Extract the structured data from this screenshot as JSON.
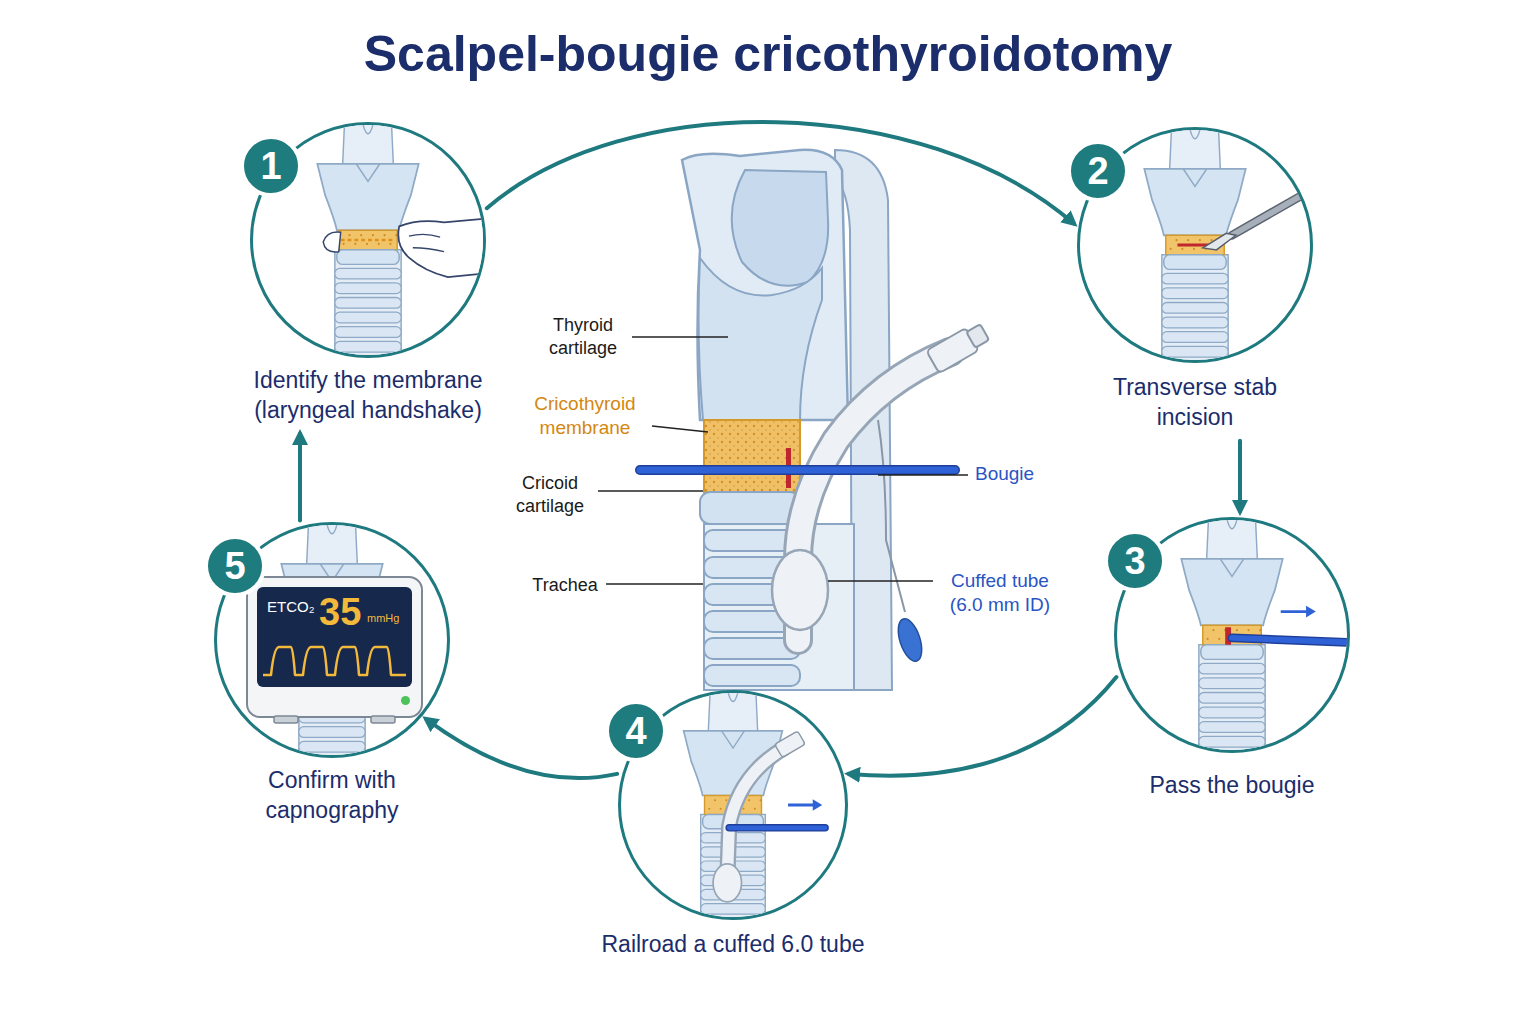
{
  "diagram": {
    "title": "Scalpel-bougie cricothyroidotomy",
    "nodes": [
      {
        "text": [
          "1",
          "Identify the membrane (laryngeal handshake)"
        ]
      },
      {
        "text": [
          "2",
          "Transverse stab incision"
        ]
      },
      {
        "text": [
          "3",
          "Pass the bougie"
        ]
      },
      {
        "text": [
          "4",
          "Railroad a cuffed 6.0 tube"
        ]
      },
      {
        "text": [
          "5",
          "Confirm with capnography"
        ]
      },
      {
        "text": [
          "ETCO₂",
          "35",
          "mmHg"
        ],
        "in": 4
      }
    ],
    "edges": [
      {
        "from": 0,
        "to": 1,
        "arrow": "to"
      },
      {
        "from": 1,
        "to": 2,
        "arrow": "to"
      },
      {
        "from": 2,
        "to": 3,
        "arrow": "to"
      },
      {
        "from": 3,
        "to": 4,
        "arrow": "to"
      },
      {
        "from": 4,
        "to": 0,
        "arrow": "to"
      }
    ],
    "labels": [
      "Thyroid cartilage",
      "Cricothyroid membrane",
      "Cricoid cartilage",
      "Trachea",
      "Bougie",
      "Cuffed tube (6.0 mm ID)"
    ]
  }
}
